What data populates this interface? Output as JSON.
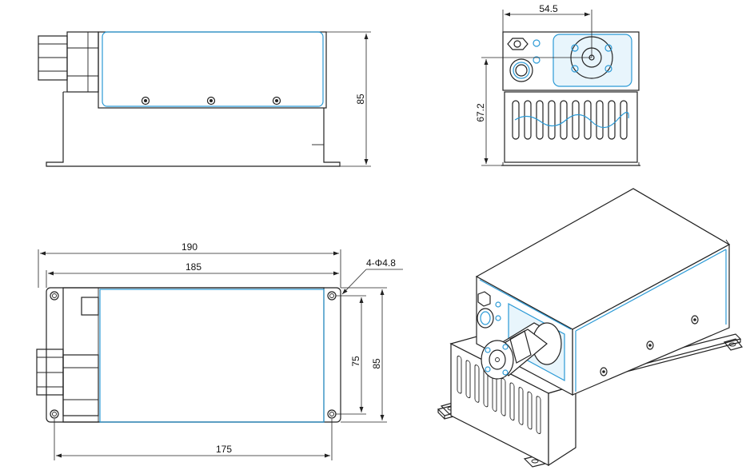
{
  "dimensions": {
    "side_height": "85",
    "front_width": "54.5",
    "front_height": "67.2",
    "top_length_overall": "190",
    "top_length_body": "185",
    "hole_callout": "4-Φ4.8",
    "hole_spacing_y": "75",
    "top_width": "85",
    "hole_spacing_x": "175"
  },
  "colors": {
    "outline": "#222222",
    "accent": "#2b9ad6"
  }
}
